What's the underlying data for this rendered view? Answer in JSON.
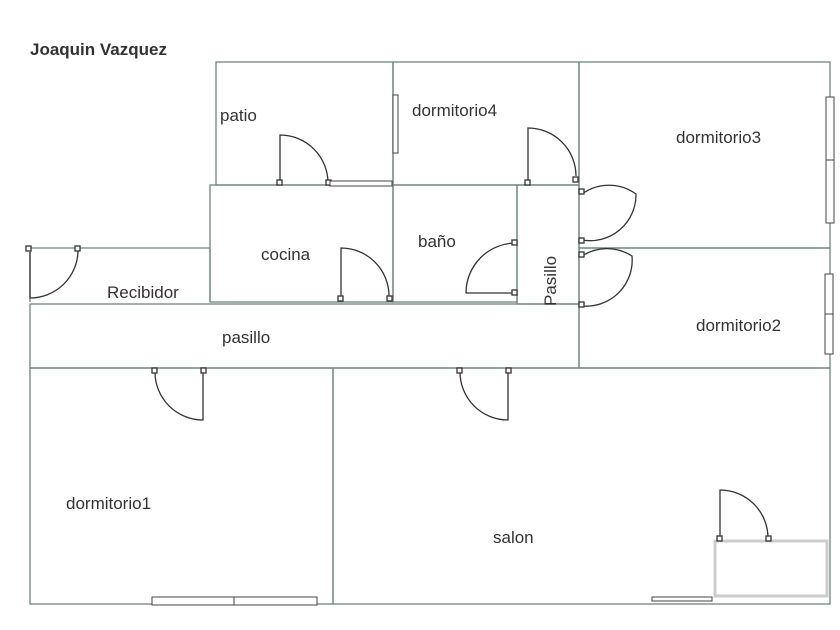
{
  "plan": {
    "owner": "Joaquin Vazquez",
    "rooms": {
      "patio": "patio",
      "dormitorio4": "dormitorio4",
      "dormitorio3": "dormitorio3",
      "cocina": "cocina",
      "bano": "baño",
      "pasillo_vertical": "Pasillo",
      "recibidor": "Recibidor",
      "pasillo": "pasillo",
      "dormitorio2": "dormitorio2",
      "dormitorio1": "dormitorio1",
      "salon": "salon"
    },
    "colors": {
      "wall": "#6f8680",
      "door": "#333333",
      "window": "#444444",
      "closet": "#cccccc"
    }
  }
}
